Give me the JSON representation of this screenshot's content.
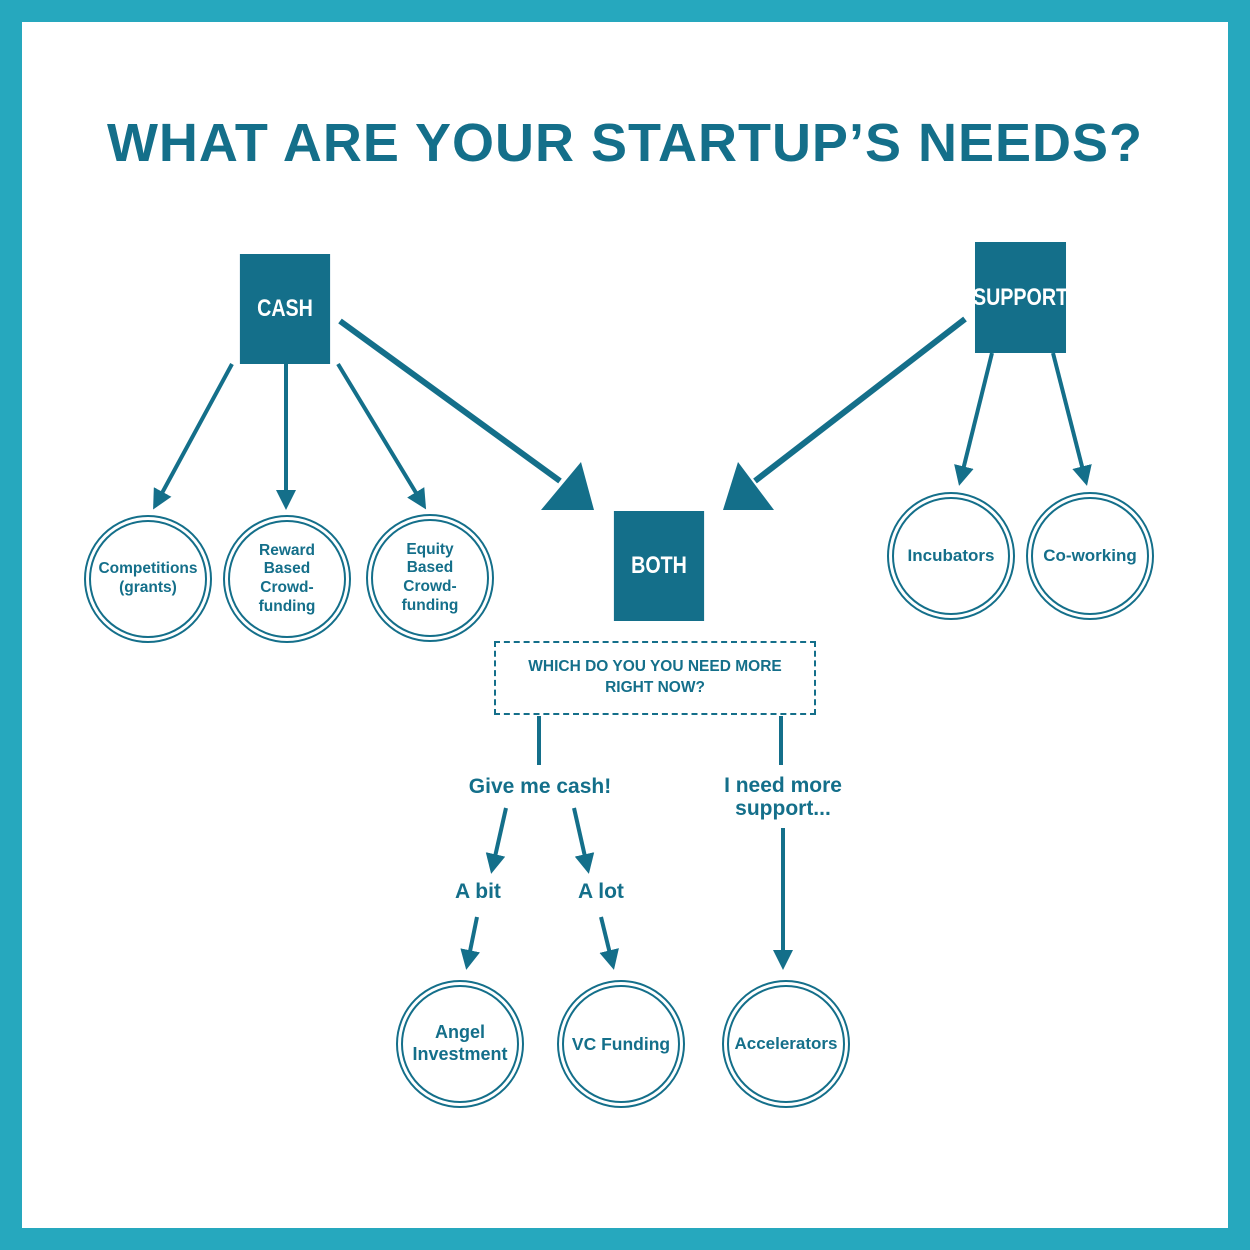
{
  "title": "WHAT ARE YOUR STARTUP’S NEEDS?",
  "colors": {
    "border": "#26a8be",
    "primary": "#146f8a",
    "background": "#ffffff"
  },
  "boxes": {
    "cash": "CASH",
    "support": "SUPPORT",
    "both": "BOTH"
  },
  "cash_options": {
    "competitions": "Competitions (grants)",
    "reward": "Reward Based Crowd-funding",
    "equity": "Equity Based Crowd-funding"
  },
  "support_options": {
    "incubators": "Incubators",
    "coworking": "Co-working"
  },
  "question": "WHICH DO YOU YOU NEED MORE RIGHT NOW?",
  "branches": {
    "cash": "Give me cash!",
    "support": "I need more support...",
    "a_bit": "A bit",
    "a_lot": "A lot"
  },
  "outcomes": {
    "angel": "Angel Investment",
    "vc": "VC Funding",
    "accelerators": "Accelerators"
  }
}
